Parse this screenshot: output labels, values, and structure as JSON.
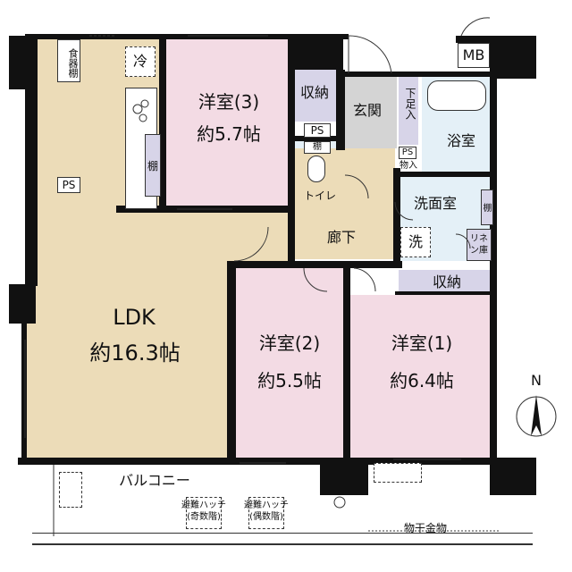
{
  "rooms": {
    "ldk": {
      "name": "LDK",
      "area": "約16.3帖"
    },
    "western3": {
      "name": "洋室(3)",
      "area": "約5.7帖"
    },
    "western2": {
      "name": "洋室(2)",
      "area": "約5.5帖"
    },
    "western1": {
      "name": "洋室(1)",
      "area": "約6.4帖"
    },
    "entrance": "玄関",
    "bath": "浴室",
    "washroom": "洗面室",
    "toilet": "トイレ",
    "hallway": "廊下",
    "balcony": "バルコニー"
  },
  "fixtures": {
    "dish_cabinet": "食器棚",
    "fridge": "冷",
    "shelf_kitchen": "棚",
    "ps_left": "PS",
    "closet_w3": "収納",
    "ps_center": "PS",
    "shelf_toilet": "棚",
    "shoe_closet": "下足入",
    "ps_small": "PS",
    "storage_small": "物入",
    "washer": "洗",
    "shelf_wash": "棚",
    "linen": "リネン庫",
    "closet_w1": "収納",
    "mb": "MB",
    "hatch_odd": "避難ハッチ\n(奇数階)",
    "hatch_even": "避難ハッチ\n(偶数階)",
    "clothes_pole": "物干金物",
    "north": "N"
  },
  "colors": {
    "ldk": "#ecdcb8",
    "western": "#f3dbe4",
    "closet": "#d7d4e8",
    "entrance": "#d4d4d4",
    "wet": "#e4f0f7",
    "hallway": "#ecdcb8",
    "wall": "#111111"
  }
}
